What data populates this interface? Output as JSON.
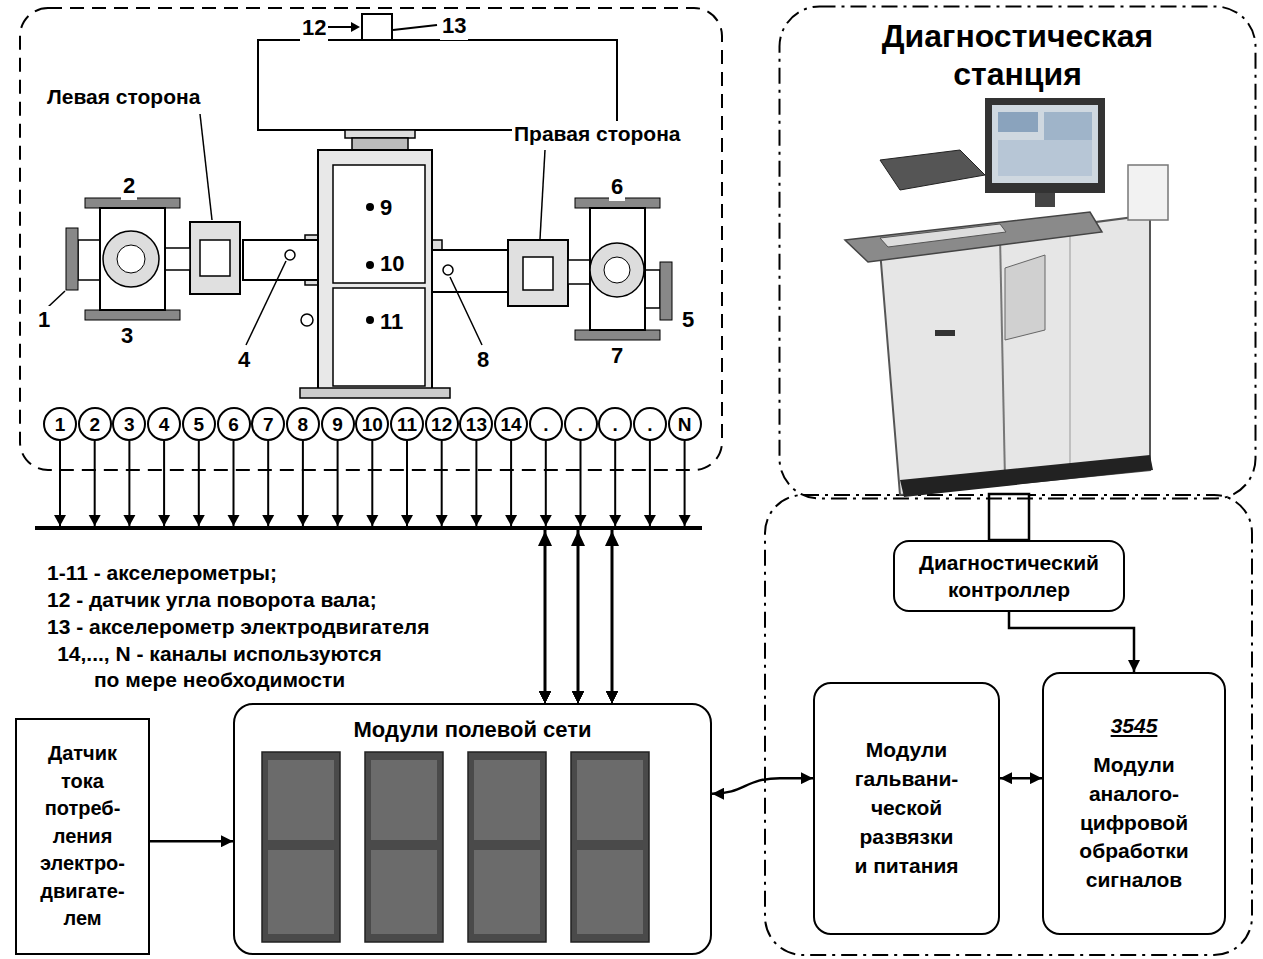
{
  "diagram": {
    "nodes": [
      {
        "text": [
          "1"
        ]
      },
      {
        "text": [
          "2"
        ]
      },
      {
        "text": [
          "3"
        ]
      },
      {
        "text": [
          "4"
        ]
      },
      {
        "text": [
          "5"
        ]
      },
      {
        "text": [
          "6"
        ]
      },
      {
        "text": [
          "7"
        ]
      },
      {
        "text": [
          "8"
        ]
      },
      {
        "text": [
          "9"
        ]
      },
      {
        "text": [
          "10"
        ]
      },
      {
        "text": [
          "11"
        ]
      },
      {
        "text": [
          "12"
        ]
      },
      {
        "text": [
          "13"
        ]
      },
      {
        "text": [
          "14"
        ]
      },
      {
        "text": [
          "."
        ]
      },
      {
        "text": [
          "."
        ]
      },
      {
        "text": [
          "."
        ]
      },
      {
        "text": [
          "."
        ]
      },
      {
        "text": [
          "N"
        ]
      },
      {
        "text": [
          "Диагностическая станция"
        ]
      },
      {
        "text": [
          "Диагностический контроллер"
        ]
      },
      {
        "text": [
          "Датчик тока потреб- ления электро- двигате- лем"
        ]
      },
      {
        "text": [
          "Модули полевой сети"
        ]
      },
      {
        "text": [
          "Модули гальвани- ческой развязки и питания"
        ]
      },
      {
        "text": [
          "3545",
          "Модули аналого- цифровой обработки сигналов"
        ]
      }
    ],
    "edges": [
      {
        "from": 0,
        "to": 22,
        "arrow": "to"
      },
      {
        "from": 1,
        "to": 22,
        "arrow": "to"
      },
      {
        "from": 2,
        "to": 22,
        "arrow": "to"
      },
      {
        "from": 3,
        "to": 22,
        "arrow": "to"
      },
      {
        "from": 4,
        "to": 22,
        "arrow": "to"
      },
      {
        "from": 5,
        "to": 22,
        "arrow": "to"
      },
      {
        "from": 6,
        "to": 22,
        "arrow": "to"
      },
      {
        "from": 7,
        "to": 22,
        "arrow": "to"
      },
      {
        "from": 8,
        "to": 22,
        "arrow": "to"
      },
      {
        "from": 9,
        "to": 22,
        "arrow": "to"
      },
      {
        "from": 10,
        "to": 22,
        "arrow": "to"
      },
      {
        "from": 11,
        "to": 22,
        "arrow": "to"
      },
      {
        "from": 12,
        "to": 22,
        "arrow": "to"
      },
      {
        "from": 13,
        "to": 22,
        "arrow": "to"
      },
      {
        "from": 14,
        "to": 22,
        "arrow": "to"
      },
      {
        "from": 15,
        "to": 22,
        "arrow": "to"
      },
      {
        "from": 16,
        "to": 22,
        "arrow": "to"
      },
      {
        "from": 17,
        "to": 22,
        "arrow": "to"
      },
      {
        "from": 18,
        "to": 22,
        "arrow": "to"
      },
      {
        "from": 19,
        "to": 20,
        "arrow": "none"
      },
      {
        "from": 20,
        "to": 24,
        "arrow": "to"
      },
      {
        "from": 21,
        "to": 22,
        "arrow": "to"
      },
      {
        "from": 22,
        "to": 23,
        "arrow": "both"
      },
      {
        "from": 23,
        "to": 24,
        "arrow": "both"
      }
    ],
    "labels": [
      "12",
      "13",
      "Левая сторона",
      "2",
      "9",
      "Правая сторона",
      "10",
      "6",
      "1",
      "11",
      "3",
      "4",
      "8",
      "5",
      "7",
      "1-11 - акселерометры;",
      "12 - датчик угла поворота вала;",
      "13 - акселерометр электродвигателя",
      "14,..., N - каналы используются по мере необходимости"
    ]
  }
}
